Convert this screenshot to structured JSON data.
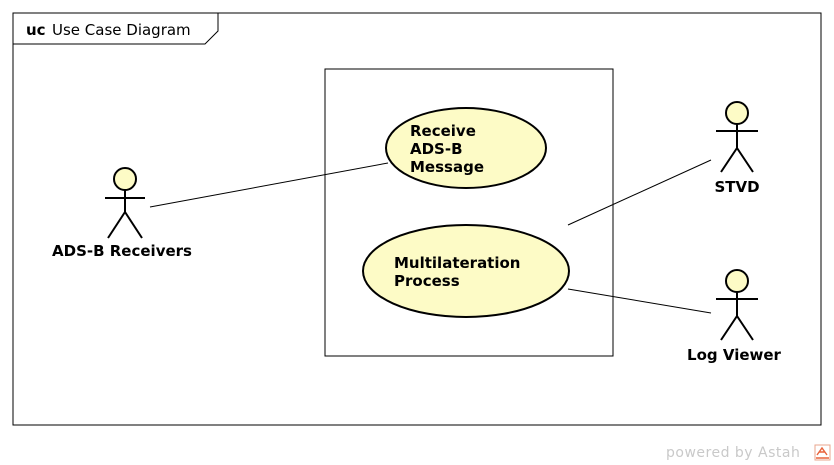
{
  "diagram": {
    "frame_keyword": "uc",
    "frame_title": "Use Case Diagram"
  },
  "use_cases": [
    {
      "id": "receive",
      "lines": [
        "Receive",
        "ADS-B",
        "Message"
      ]
    },
    {
      "id": "mlat",
      "lines": [
        "Multilateration",
        "Process"
      ]
    }
  ],
  "actors": [
    {
      "id": "adsb",
      "name": "ADS-B Receivers"
    },
    {
      "id": "stvd",
      "name": "STVD"
    },
    {
      "id": "logviewer",
      "name": "Log Viewer"
    }
  ],
  "associations": [
    {
      "from": "adsb",
      "to": "receive"
    },
    {
      "from": "mlat",
      "to": "stvd"
    },
    {
      "from": "mlat",
      "to": "logviewer"
    }
  ],
  "footer": {
    "text": "powered by Astah"
  },
  "colors": {
    "usecase_fill": "#fdfbc6",
    "actor_head_fill": "#fdfbc6",
    "line": "#000000",
    "footer": "#c9c9c9",
    "logo_accent": "#e8643c"
  }
}
